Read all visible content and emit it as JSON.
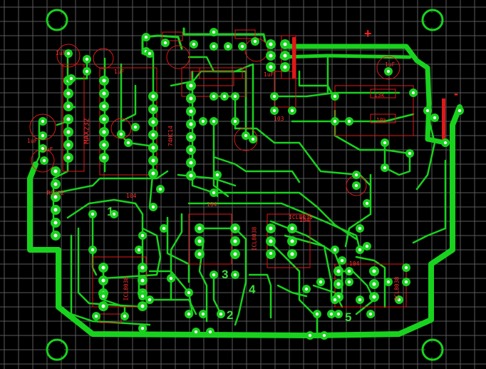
{
  "board": {
    "colors": {
      "background": "#000000",
      "grid": "#5a5a5a",
      "trace": "#19d21e",
      "pad": "#19d21e",
      "hole": "#ffffff",
      "silk": "#e01818",
      "label": "#3cdc3c"
    },
    "channel_labels": [
      "1",
      "2",
      "3",
      "4",
      "5"
    ],
    "polarity": {
      "plus": "+",
      "minus": "-"
    },
    "silkscreen": {
      "ic1": "MAX232",
      "ic2": "74HC14",
      "ic3": "ICL8038",
      "ic4": "ICL8038",
      "ic5": "ICL8038",
      "ic6": "ICL8038",
      "rs232": "RS232",
      "r13k": "13k",
      "r10k": "10k",
      "c1uf_a": "1uF",
      "c1uf_b": "1uF",
      "c1uf_c": "1uF",
      "c1uf_d": "1uF",
      "c1uf_e": "1uF",
      "c1uf_f": "1uF",
      "c103": "103",
      "c104": "104",
      "c104b": "104",
      "c104c": "104",
      "c104d": "104"
    }
  }
}
